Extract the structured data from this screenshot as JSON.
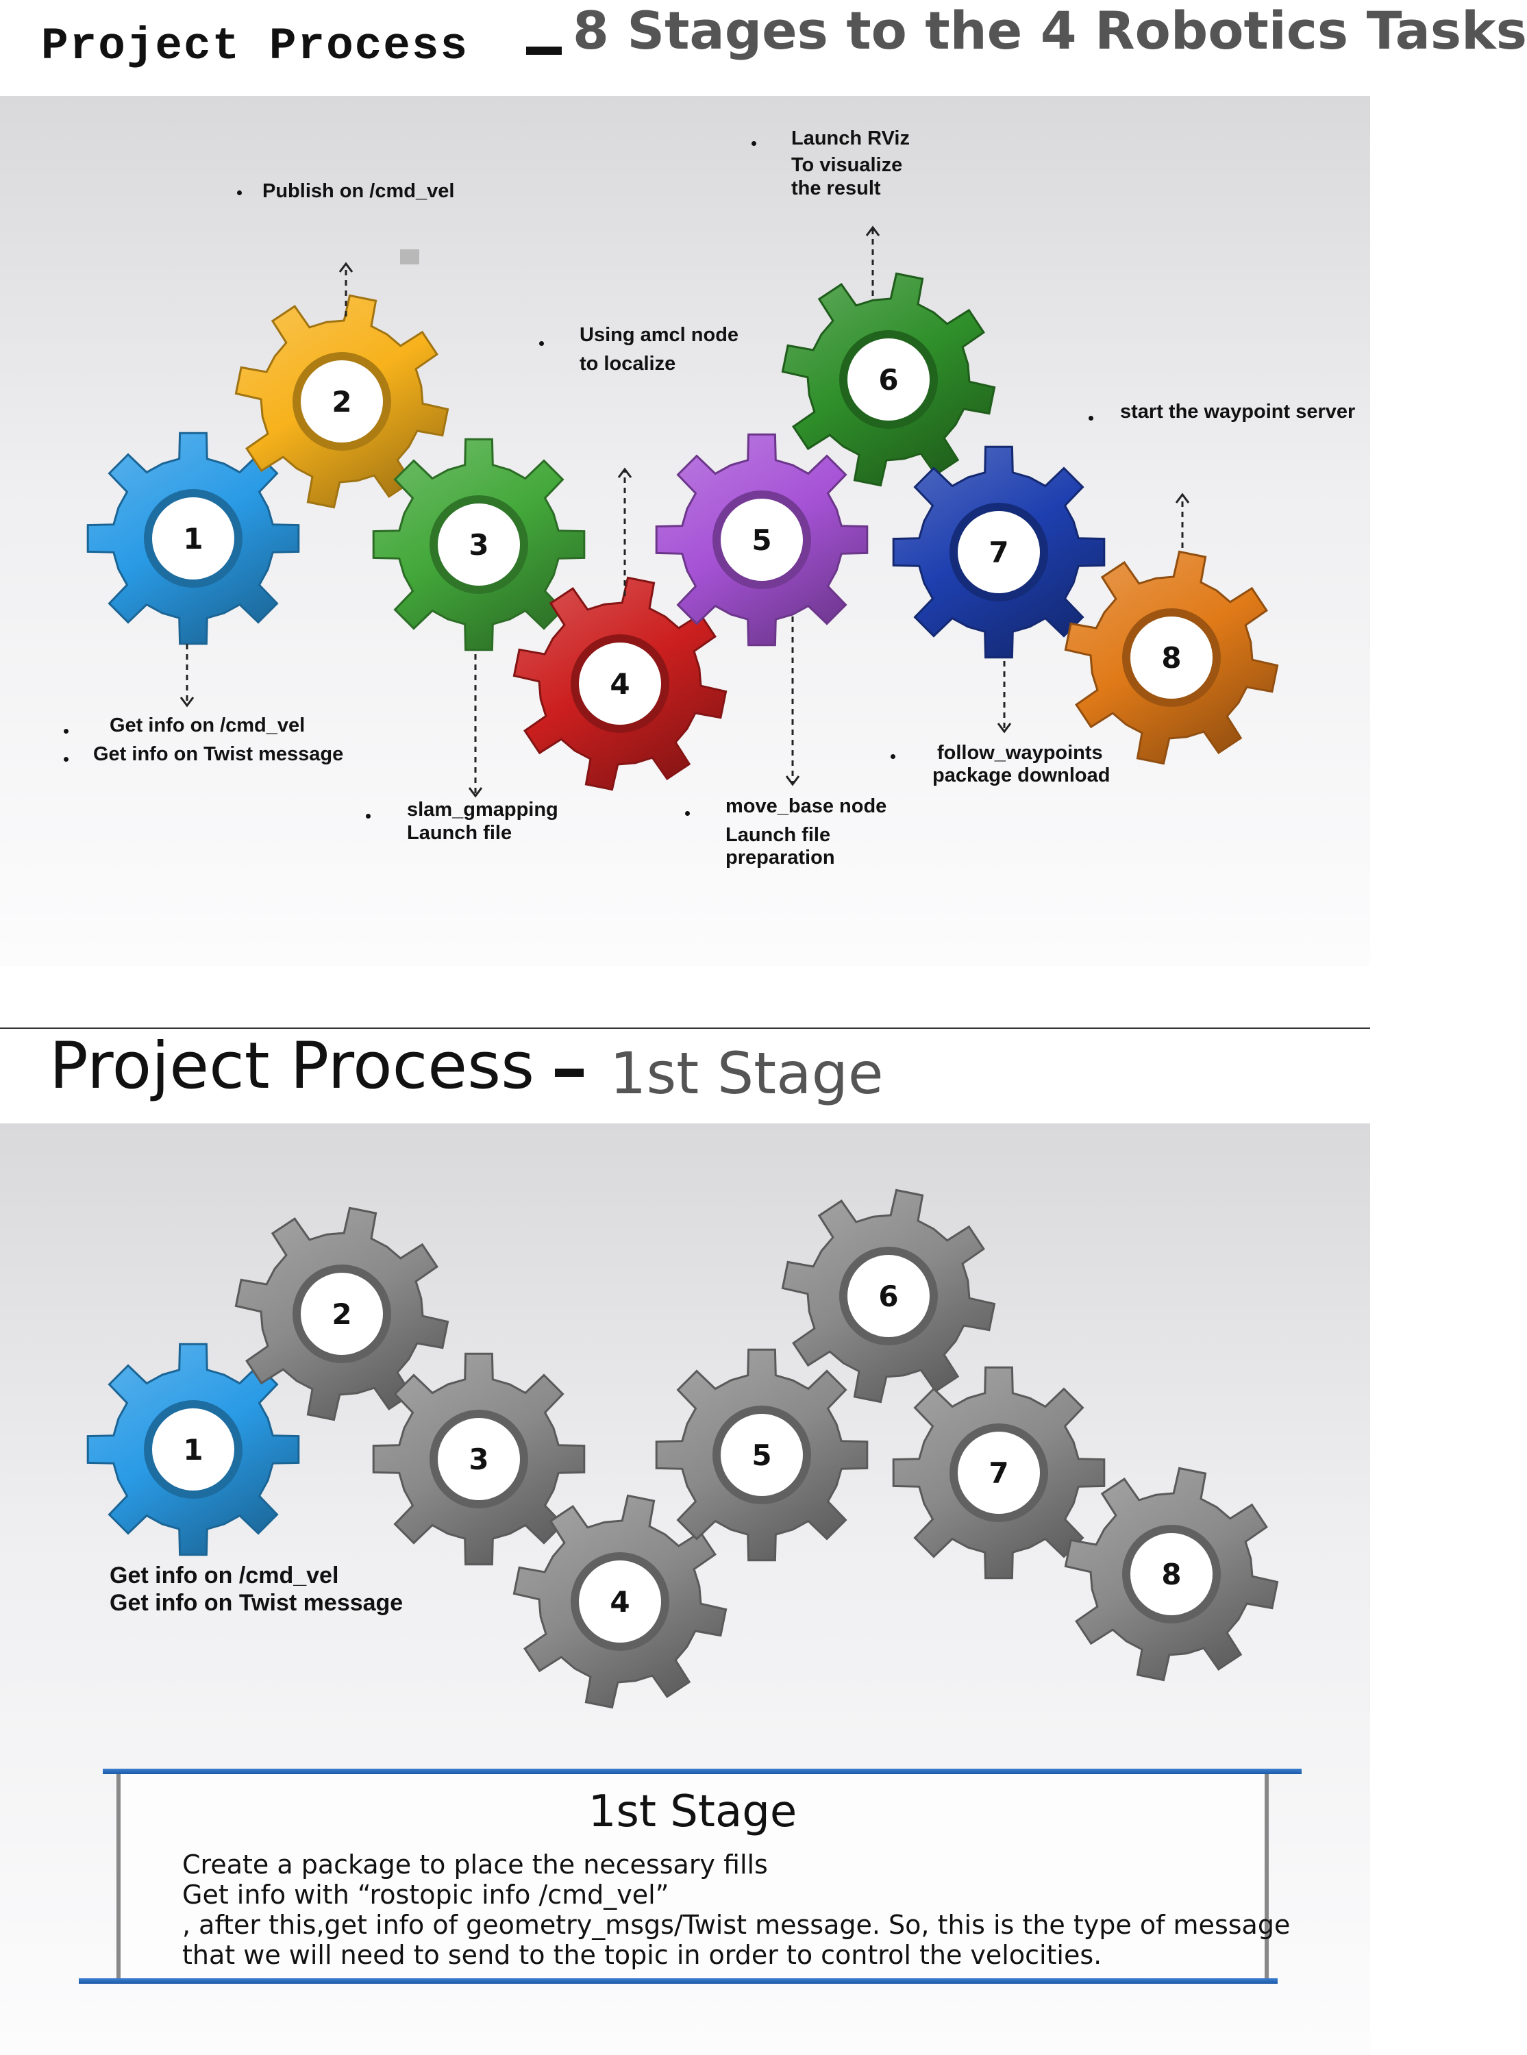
{
  "slide1": {
    "title_main": "Project Process",
    "title_dash": "–",
    "title_sub": "8 Stages to the 4 Robotics Tasks",
    "gears": [
      {
        "number": "1",
        "color": "#2a9be6"
      },
      {
        "number": "2",
        "color": "#f7b21c"
      },
      {
        "number": "3",
        "color": "#43a83a"
      },
      {
        "number": "4",
        "color": "#cc1f1f"
      },
      {
        "number": "5",
        "color": "#a653d6"
      },
      {
        "number": "6",
        "color": "#2f8f2a"
      },
      {
        "number": "7",
        "color": "#1e3faf"
      },
      {
        "number": "8",
        "color": "#e07a18"
      }
    ],
    "labels": {
      "g1_line1": "Get info on /cmd_vel",
      "g1_line2": "Get info on Twist message",
      "g2_line1": "Publish on /cmd_vel",
      "g3_line1": "slam_gmapping",
      "g3_line2": "Launch file",
      "g4_line1": "Using amcl node",
      "g4_line2": "to localize",
      "g5_line1": "move_base node",
      "g5_line2": "Launch file",
      "g5_line3": "preparation",
      "g6_line1": "Launch RViz",
      "g6_line2": "To visualize",
      "g6_line3": "the result",
      "g7_line1": "follow_waypoints",
      "g7_line2": "package download",
      "g8_line1": "start the waypoint server"
    }
  },
  "slide2": {
    "title_main": "Project Process",
    "title_dash": "–",
    "title_sub": "1st Stage",
    "gears": [
      {
        "number": "1",
        "color": "#2a9be6"
      },
      {
        "number": "2",
        "color": "#8a8a8a"
      },
      {
        "number": "3",
        "color": "#8a8a8a"
      },
      {
        "number": "4",
        "color": "#8a8a8a"
      },
      {
        "number": "5",
        "color": "#8a8a8a"
      },
      {
        "number": "6",
        "color": "#8a8a8a"
      },
      {
        "number": "7",
        "color": "#8a8a8a"
      },
      {
        "number": "8",
        "color": "#8a8a8a"
      }
    ],
    "g1_line1": "Get info on /cmd_vel",
    "g1_line2": "Get info on Twist message",
    "stage_box": {
      "title": "1st Stage",
      "line1": "Create a package to place the necessary fills",
      "line2": "Get info with “rostopic info /cmd_vel”",
      "line3": ", after this,get info of geometry_msgs/Twist message. So,  this is the type of message",
      "line4": "that we will need to send to the topic in order to control the velocities."
    }
  }
}
